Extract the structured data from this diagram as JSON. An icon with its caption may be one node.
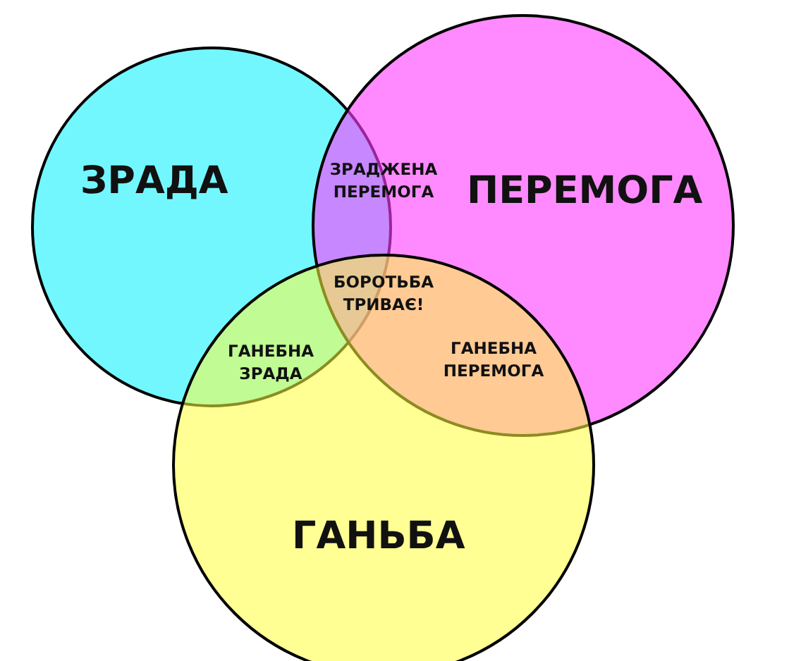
{
  "diagram": {
    "nodes": [
      {
        "text": [
          "ЗРАДА"
        ]
      },
      {
        "text": [
          "ПЕРЕМОГА"
        ]
      },
      {
        "text": [
          "ГАНЬБА"
        ]
      }
    ],
    "labels": [
      "ЗРАДЖЕНА ПЕРЕМОГА",
      "БОРОТЬБА ТРИВАЄ!",
      "ГАНЕБНА ЗРАДА",
      "ГАНЕБНА ПЕРЕМОГА"
    ]
  }
}
